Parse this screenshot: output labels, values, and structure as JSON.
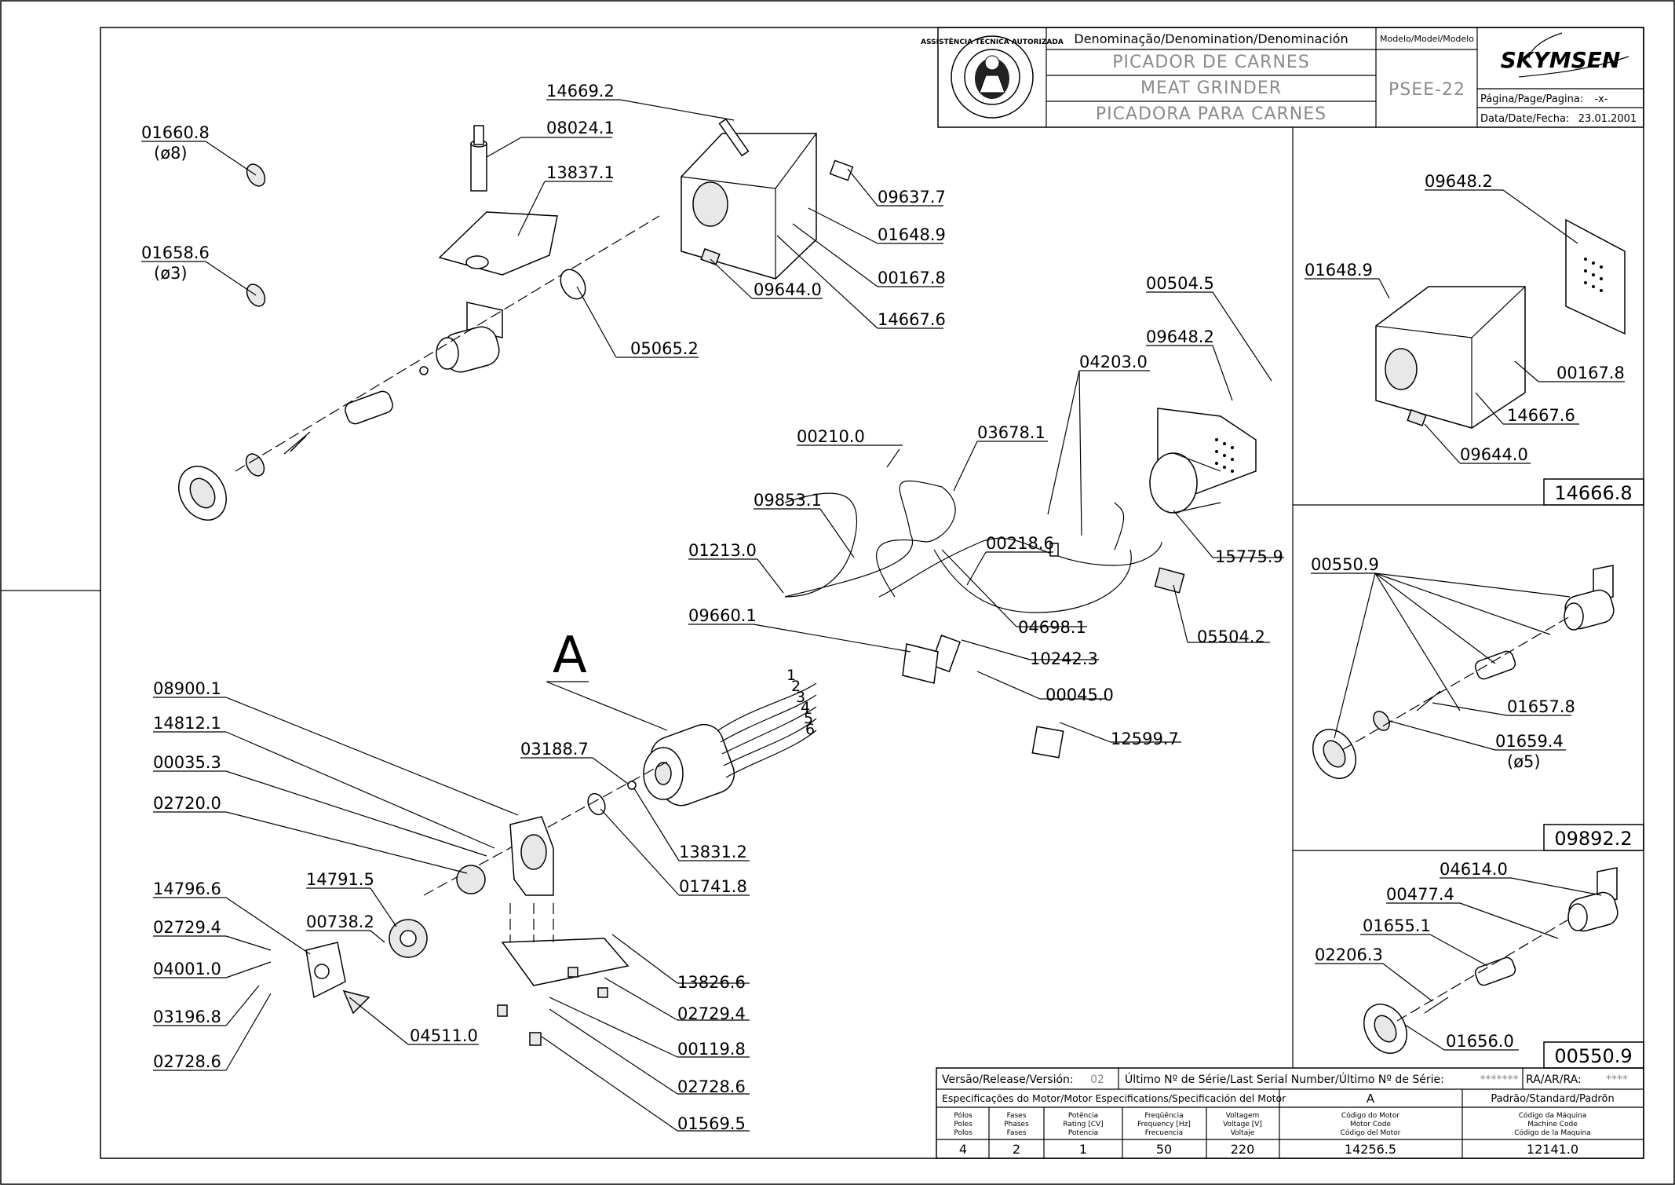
{
  "title_block": {
    "denomination_header": "Denominação/Denomination/Denominación",
    "model_header": "Modelo/Model/Modelo",
    "name_pt": "PICADOR DE CARNES",
    "name_en": "MEAT GRINDER",
    "name_es": "PICADORA PARA CARNES",
    "model": "PSEE-22",
    "brand": "SKYMSEN",
    "page_label": "Página/Page/Pagina:",
    "page_value": "-x-",
    "date_label": "Data/Date/Fecha:",
    "date_value": "23.01.2001",
    "seal_text": "ASSISTÊNCIA TÉCNICA AUTORIZADA"
  },
  "footer_block": {
    "release_label": "Versão/Release/Versión:",
    "release_value": "02",
    "serial_label": "Último Nº de Série/Last Serial Number/Último Nº de Série:",
    "serial_value": "*******",
    "ra_label": "RA/AR/RA:",
    "ra_value": "****",
    "motor_spec_label": "Especificações do Motor/Motor Especifications/Specificación del Motor",
    "col_a": "A",
    "col_standard": "Padrão/Standard/Padrõn",
    "headers": [
      [
        "Pólos",
        "Poles",
        "Polos"
      ],
      [
        "Fases",
        "Phases",
        "Fases"
      ],
      [
        "Potência",
        "Rating [CV]",
        "Potencia"
      ],
      [
        "Freqüência",
        "Frequency [Hz]",
        "Frecuencia"
      ],
      [
        "Voltagem",
        "Voltage [V]",
        "Voltaje"
      ],
      [
        "Código do Motor",
        "Motor Code",
        "Código del Motor"
      ],
      [
        "Código da Máquina",
        "Machine Code",
        "Código de la Maquina"
      ]
    ],
    "values": [
      "4",
      "2",
      "1",
      "50",
      "220",
      "14256.5",
      "12141.0"
    ]
  },
  "callouts": {
    "p01660_8": "01660.8",
    "p01660_8_sub": "(ø8)",
    "p01658_6": "01658.6",
    "p01658_6_sub": "(ø3)",
    "p14669_2": "14669.2",
    "p08024_1": "08024.1",
    "p13837_1": "13837.1",
    "p09637_7": "09637.7",
    "p01648_9": "01648.9",
    "p00167_8": "00167.8",
    "p09644_0": "09644.0",
    "p14667_6": "14667.6",
    "p05065_2": "05065.2",
    "p00504_5": "00504.5",
    "p09648_2": "09648.2",
    "p04203_0": "04203.0",
    "p00210_0": "00210.0",
    "p03678_1": "03678.1",
    "p09853_1": "09853.1",
    "p01213_0": "01213.0",
    "p00218_6": "00218.6",
    "p15775_9": "15775.9",
    "p04698_1": "04698.1",
    "p05504_2": "05504.2",
    "p09660_1": "09660.1",
    "p10242_3": "10242.3",
    "p00045_0": "00045.0",
    "p12599_7": "12599.7",
    "letter_a": "A",
    "p08900_1": "08900.1",
    "p14812_1": "14812.1",
    "p00035_3": "00035.3",
    "p02720_0": "02720.0",
    "p03188_7": "03188.7",
    "p13831_2": "13831.2",
    "p01741_8": "01741.8",
    "p14796_6": "14796.6",
    "p14791_5": "14791.5",
    "p00738_2": "00738.2",
    "p02729_4a": "02729.4",
    "p04001_0": "04001.0",
    "p03196_8": "03196.8",
    "p02728_6a": "02728.6",
    "p04511_0": "04511.0",
    "p13826_6": "13826.6",
    "p02729_4b": "02729.4",
    "p00119_8": "00119.8",
    "p02728_6b": "02728.6",
    "p01569_5": "01569.5",
    "wire_numbers": [
      "1",
      "2",
      "3",
      "4",
      "5",
      "6"
    ]
  },
  "panel_1": {
    "code": "14666.8",
    "p09648_2": "09648.2",
    "p01648_9": "01648.9",
    "p00167_8": "00167.8",
    "p14667_6": "14667.6",
    "p09644_0": "09644.0"
  },
  "panel_2": {
    "code": "09892.2",
    "p00550_9": "00550.9",
    "p01657_8": "01657.8",
    "p01659_4": "01659.4",
    "p01659_4_sub": "(ø5)"
  },
  "panel_3": {
    "code": "00550.9",
    "p04614_0": "04614.0",
    "p00477_4": "00477.4",
    "p01655_1": "01655.1",
    "p02206_3": "02206.3",
    "p01656_0": "01656.0"
  }
}
